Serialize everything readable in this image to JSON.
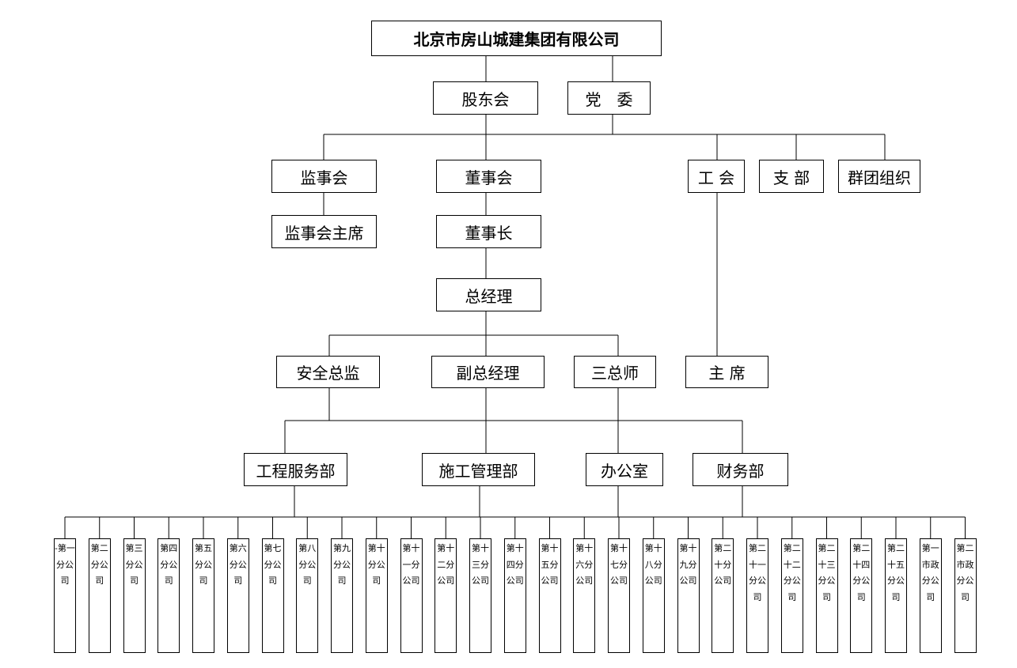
{
  "root": "北京市房山城建集团有限公司",
  "level1": {
    "shareholders": "股东会",
    "party_committee": "党　委"
  },
  "level2": {
    "supervisory_board": "监事会",
    "board_of_directors": "董事会",
    "union": "工 会",
    "branch": "支 部",
    "mass_org": "群团组织"
  },
  "level3": {
    "supervisory_chair": "监事会主席",
    "chairman": "董事长"
  },
  "general_manager": "总经理",
  "level4": {
    "safety_director": "安全总监",
    "deputy_gm": "副总经理",
    "three_chiefs": "三总师",
    "union_chair": "主 席"
  },
  "departments": [
    "工程服务部",
    "施工管理部",
    "办公室",
    "财务部"
  ],
  "branches": [
    "-第一分公司",
    "第二分公司",
    "第三分公司",
    "第四分公司",
    "第五分公司",
    "第六分公司",
    "第七分公司",
    "第八分公司",
    "第九分公司",
    "第十分公司",
    "第十一分公司",
    "第十二分公司",
    "第十三分公司",
    "第十四分公司",
    "第十五分公司",
    "第十六分公司",
    "第十七分公司",
    "第十八分公司",
    "第十九分公司",
    "第二十分公司",
    "第二十一分公司",
    "第二十二分公司",
    "第二十三分公司",
    "第二十四分公司",
    "第二十五分公司",
    "第一市政分公司",
    "第二市政分公司"
  ]
}
